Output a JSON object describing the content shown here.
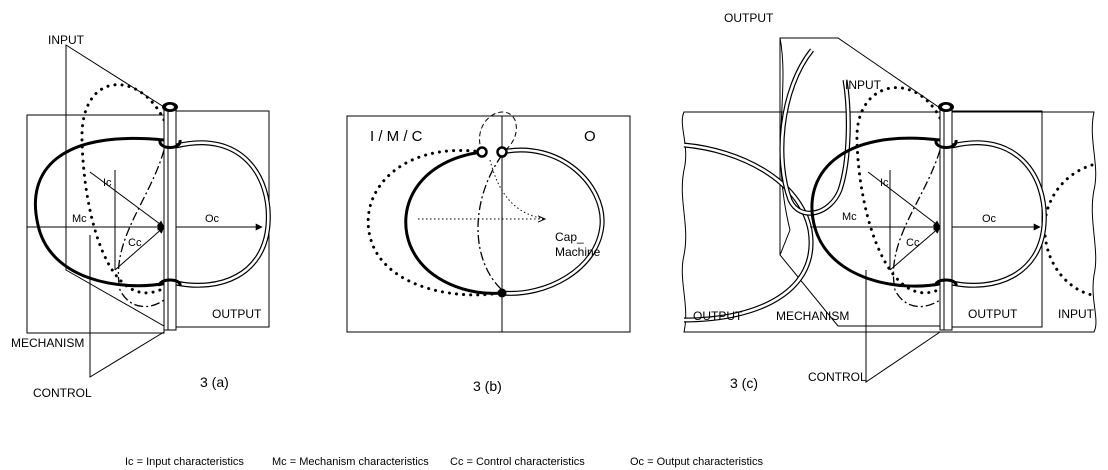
{
  "panel_a": {
    "input_label": "INPUT",
    "output_label": "OUTPUT",
    "mechanism_label": "MECHANISM",
    "control_label": "CONTROL",
    "ic_label": "Ic",
    "mc_label": "Mc",
    "cc_label": "Cc",
    "oc_label": "Oc",
    "caption": "3 (a)"
  },
  "panel_b": {
    "left_label": "I / M / C",
    "right_label": "O",
    "target_label_line1": "Cap_",
    "target_label_line2": "Machine",
    "caption": "3 (b)"
  },
  "panel_c": {
    "output_top_label": "OUTPUT",
    "input_label": "INPUT",
    "output_left_label": "OUTPUT",
    "mechanism_label": "MECHANISM",
    "output_right_label": "OUTPUT",
    "input_right_label": "INPUT",
    "control_label": "CONTROL",
    "ic_label": "Ic",
    "mc_label": "Mc",
    "cc_label": "Cc",
    "oc_label": "Oc",
    "caption": "3 (c)"
  },
  "legend": {
    "ic": "Ic = Input characteristics",
    "mc": "Mc = Mechanism characteristics",
    "cc": "Cc = Control  characteristics",
    "oc": "Oc = Output characteristics"
  }
}
